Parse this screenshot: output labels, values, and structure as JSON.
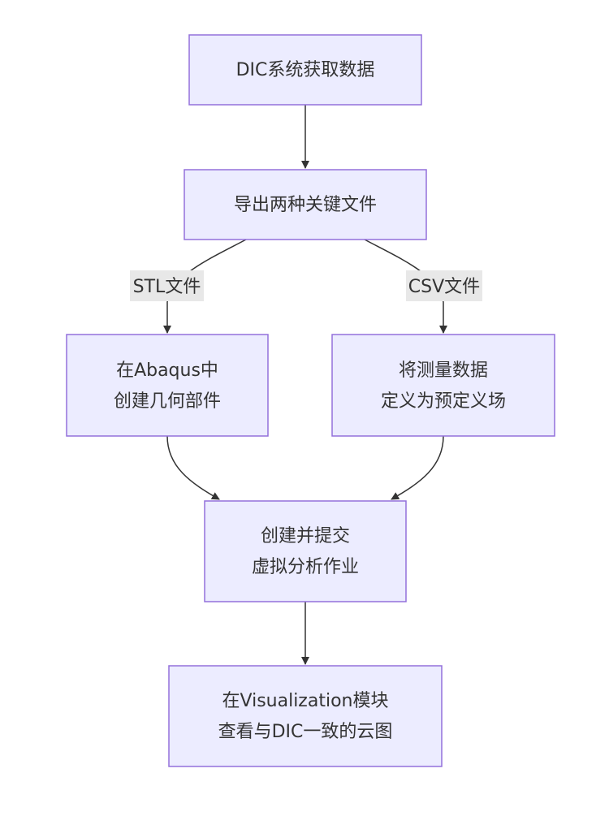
{
  "nodes": {
    "n1": {
      "lines": [
        "DIC系统获取数据"
      ]
    },
    "n2": {
      "lines": [
        "导出两种关键文件"
      ]
    },
    "n3": {
      "lines": [
        "在Abaqus中",
        "创建几何部件"
      ]
    },
    "n4": {
      "lines": [
        "将测量数据",
        "定义为预定义场"
      ]
    },
    "n5": {
      "lines": [
        "创建并提交",
        "虚拟分析作业"
      ]
    },
    "n6": {
      "lines": [
        "在Visualization模块",
        "查看与DIC一致的云图"
      ]
    }
  },
  "edges": {
    "e1": {
      "from": "n1",
      "to": "n2",
      "label": ""
    },
    "e2": {
      "from": "n2",
      "to": "n3",
      "label": "STL文件"
    },
    "e3": {
      "from": "n2",
      "to": "n4",
      "label": "CSV文件"
    },
    "e4": {
      "from": "n3",
      "to": "n5",
      "label": ""
    },
    "e5": {
      "from": "n4",
      "to": "n5",
      "label": ""
    },
    "e6": {
      "from": "n5",
      "to": "n6",
      "label": ""
    }
  },
  "colors": {
    "node_fill": "#ECECFF",
    "node_stroke": "#9370DB",
    "edge": "#333333",
    "label_bg": "#E8E8E8",
    "text": "#333333"
  }
}
